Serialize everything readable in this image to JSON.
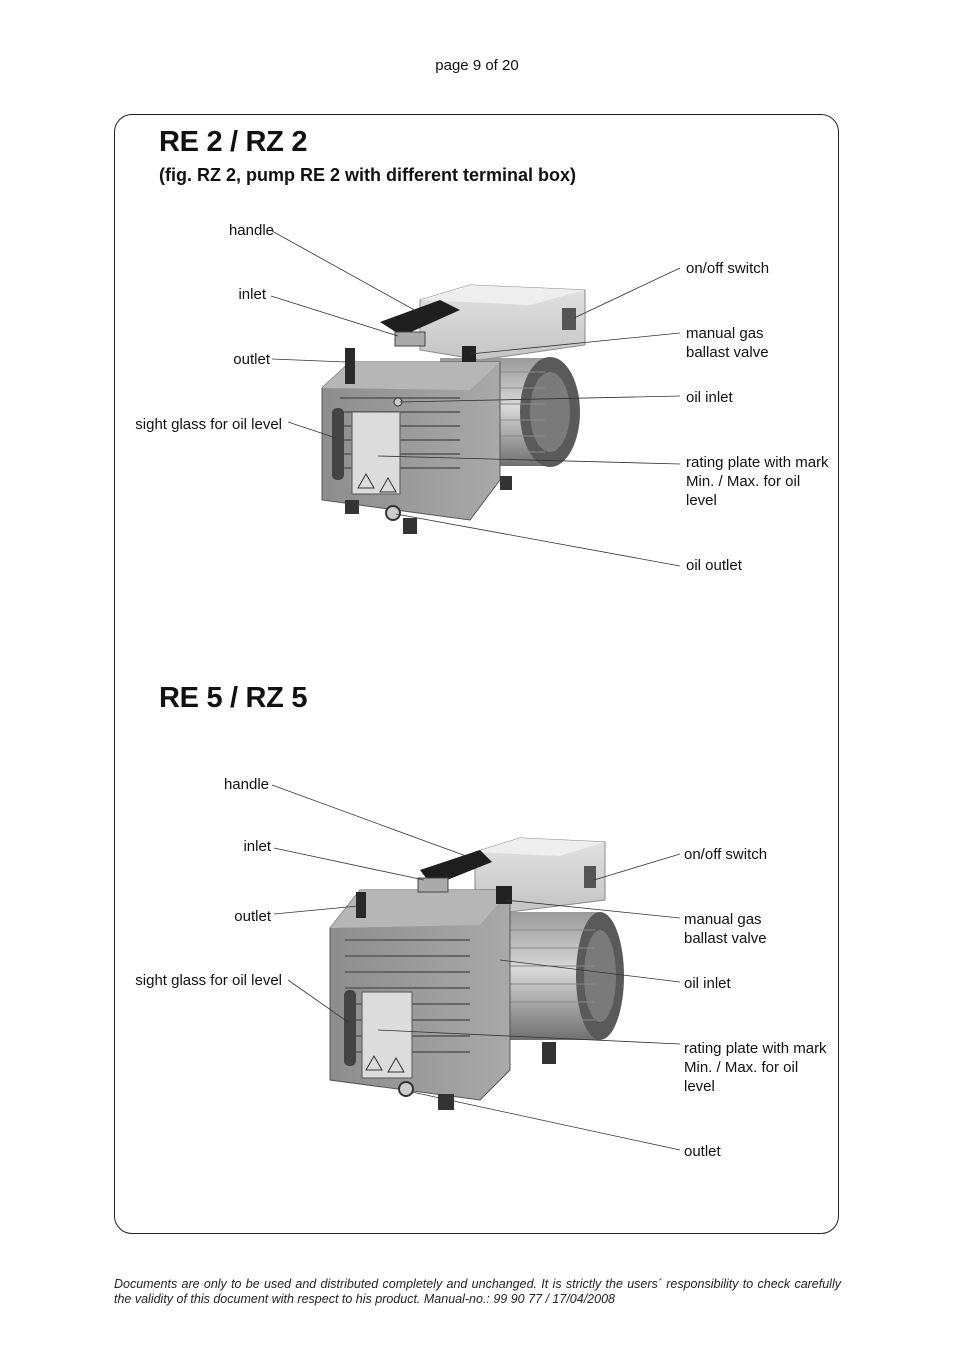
{
  "header": {
    "page_number": "page 9 of 20"
  },
  "sections": [
    {
      "title": "RE 2 / RZ 2",
      "subtitle": "(fig. RZ 2, pump RE 2 with different terminal box)",
      "labels": {
        "handle": "handle",
        "inlet": "inlet",
        "outlet": "outlet",
        "sight_glass": "sight glass for oil level",
        "on_off_switch": "on/off switch",
        "manual_gas_ballast": "manual gas\nballast valve",
        "oil_inlet": "oil inlet",
        "rating_plate": "rating plate with mark\nMin. / Max. for oil\nlevel",
        "oil_outlet": "oil outlet"
      }
    },
    {
      "title": "RE 5 / RZ 5",
      "labels": {
        "handle": "handle",
        "inlet": "inlet",
        "outlet": "outlet",
        "sight_glass": "sight glass for oil level",
        "on_off_switch": "on/off switch",
        "manual_gas_ballast": "manual gas\nballast valve",
        "oil_inlet": "oil inlet",
        "rating_plate": "rating plate with mark\nMin. / Max. for oil\nlevel",
        "outlet_bottom": "outlet"
      }
    }
  ],
  "footer": {
    "notice": "Documents are only to be used and distributed completely and unchanged. It is strictly the users´ responsibility to check carefully the validity of this document with respect to his product. Manual-no.: 99 90 77 / 17/04/2008"
  }
}
